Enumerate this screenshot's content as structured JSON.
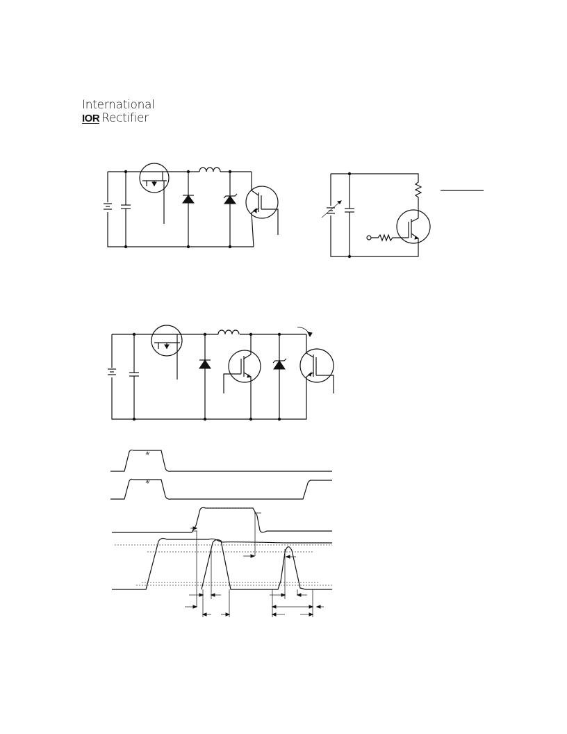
{
  "logo": {
    "line1": "International",
    "mark": "IOR",
    "line2": "Rectifier"
  },
  "figures": [
    {
      "id": "circuit-top-left"
    },
    {
      "id": "circuit-top-right"
    },
    {
      "id": "circuit-middle"
    },
    {
      "id": "timing-waveforms"
    }
  ]
}
